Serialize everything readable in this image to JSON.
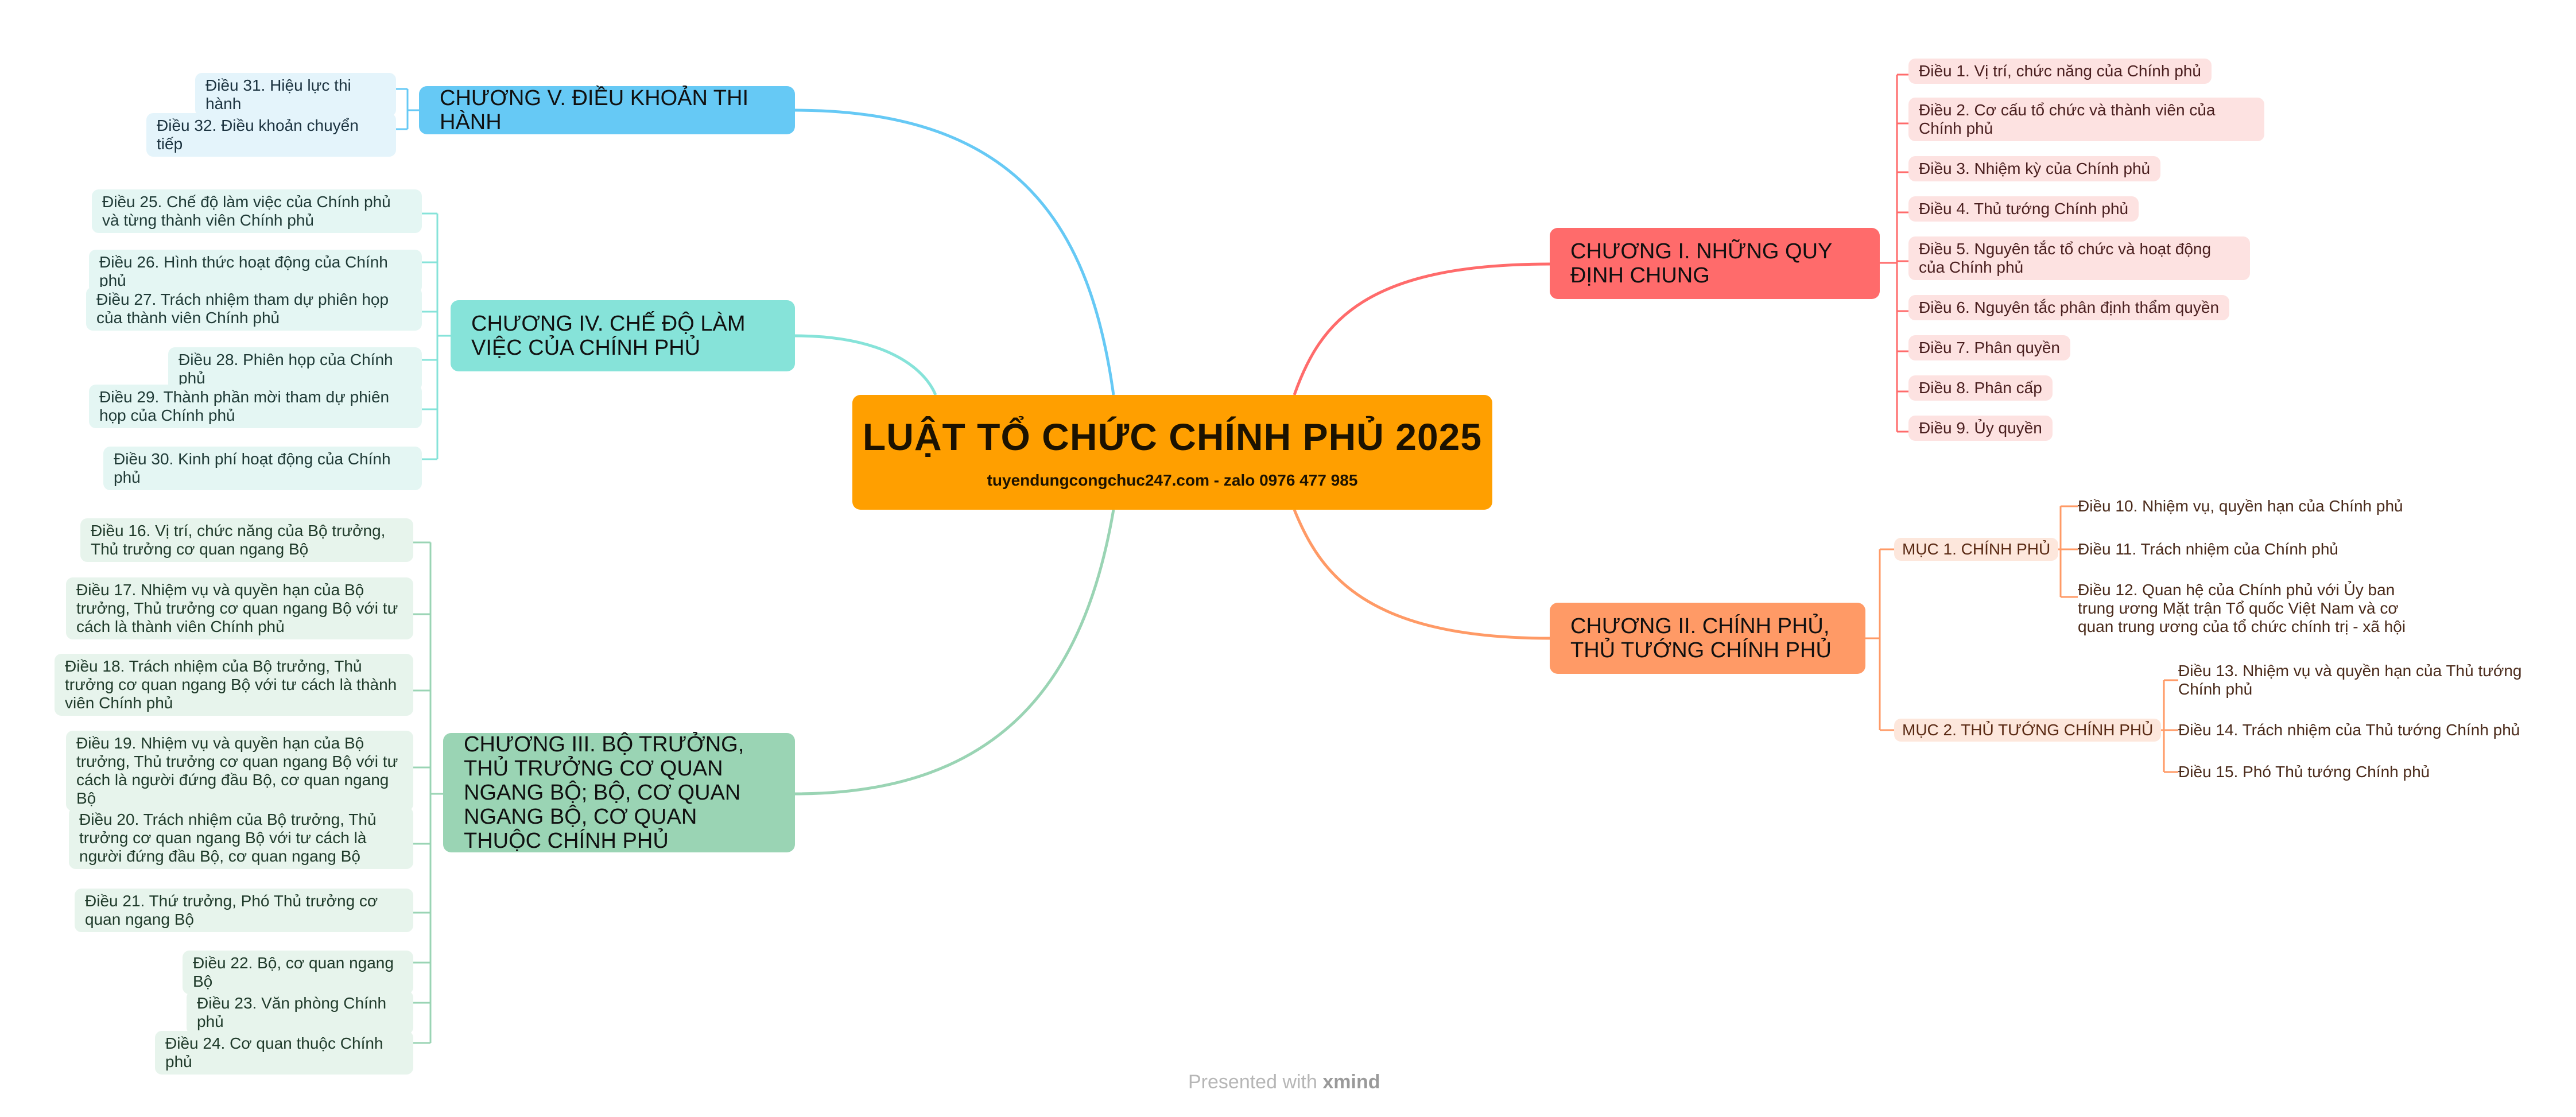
{
  "central": {
    "title": "LUẬT TỔ CHỨC CHÍNH PHỦ 2025",
    "subtitle": "tuyendungcongchuc247.com - zalo 0976 477 985"
  },
  "colors": {
    "central": "#FF9F00",
    "ch1": "#FF6B6B",
    "ch2": "#FF9A66",
    "ch3": "#9AD4B4",
    "ch4": "#86E3D9",
    "ch5": "#66C9F5"
  },
  "ch1": {
    "label": "CHƯƠNG I. NHỮNG QUY ĐỊNH CHUNG",
    "items": [
      "Điều 1. Vị trí, chức năng của Chính phủ",
      "Điều 2. Cơ cấu tổ chức và thành viên của Chính phủ",
      "Điều 3. Nhiệm kỳ của Chính phủ",
      "Điều 4. Thủ tướng Chính phủ",
      "Điều 5. Nguyên tắc tổ chức và hoạt động của Chính phủ",
      "Điều 6. Nguyên tắc phân định thẩm quyền",
      "Điều 7. Phân quyền",
      "Điều 8. Phân cấp",
      "Điều 9. Ủy quyền"
    ]
  },
  "ch2": {
    "label": "CHƯƠNG II. CHÍNH PHỦ, THỦ TƯỚNG CHÍNH PHỦ",
    "muc1": {
      "label": "MỤC 1. CHÍNH PHỦ",
      "items": [
        "Điều 10. Nhiệm vụ, quyền hạn của Chính phủ",
        "Điều 11. Trách nhiệm của Chính phủ",
        "Điều 12. Quan hệ của Chính phủ với Ủy ban trung ương Mặt trận Tổ quốc Việt Nam và cơ quan trung ương của tổ chức chính trị - xã hội"
      ]
    },
    "muc2": {
      "label": "MỤC 2. THỦ TƯỚNG CHÍNH PHỦ",
      "items": [
        "Điều 13. Nhiệm vụ và quyền hạn của Thủ tướng Chính phủ",
        "Điều 14. Trách nhiệm của Thủ tướng Chính phủ",
        "Điều 15. Phó Thủ tướng Chính phủ"
      ]
    }
  },
  "ch3": {
    "label": "CHƯƠNG III. BỘ TRƯỞNG, THỦ TRƯỞNG CƠ QUAN NGANG BỘ; BỘ, CƠ QUAN NGANG BỘ, CƠ QUAN THUỘC CHÍNH PHỦ",
    "items": [
      "Điều 16. Vị trí, chức năng của Bộ trưởng, Thủ trưởng cơ quan ngang Bộ",
      "Điều 17. Nhiệm vụ và quyền hạn của Bộ trưởng, Thủ trưởng cơ quan ngang Bộ với tư cách là thành viên Chính phủ",
      "Điều 18. Trách nhiệm của Bộ trưởng, Thủ trưởng cơ quan ngang Bộ với tư cách là thành viên Chính phủ",
      "Điều 19. Nhiệm vụ và quyền hạn của Bộ trưởng, Thủ trưởng cơ quan ngang Bộ với tư cách là người đứng đầu Bộ, cơ quan ngang Bộ",
      "Điều 20. Trách nhiệm của Bộ trưởng, Thủ trưởng cơ quan ngang Bộ với tư cách là người đứng đầu Bộ, cơ quan ngang Bộ",
      "Điều 21. Thứ trưởng, Phó Thủ trưởng cơ quan ngang Bộ",
      "Điều 22. Bộ, cơ quan ngang Bộ",
      "Điều 23. Văn phòng Chính phủ",
      "Điều 24. Cơ quan thuộc Chính phủ"
    ]
  },
  "ch4": {
    "label": "CHƯƠNG IV. CHẾ ĐỘ LÀM VIỆC CỦA CHÍNH PHỦ",
    "items": [
      "Điều 25. Chế độ làm việc của Chính phủ và từng thành viên Chính phủ",
      "Điều 26. Hình thức hoạt động của Chính phủ",
      "Điều 27. Trách nhiệm tham dự phiên họp của thành viên Chính phủ",
      "Điều 28. Phiên họp của Chính phủ",
      "Điều 29. Thành phần mời tham dự phiên họp của Chính phủ",
      "Điều 30. Kinh phí hoạt động của Chính phủ"
    ]
  },
  "ch5": {
    "label": "CHƯƠNG V. ĐIỀU KHOẢN THI HÀNH",
    "items": [
      "Điều 31. Hiệu lực thi hành",
      "Điều 32. Điều khoản chuyển tiếp"
    ]
  },
  "footer": {
    "prefix": "Presented with",
    "brand": "xmind"
  }
}
